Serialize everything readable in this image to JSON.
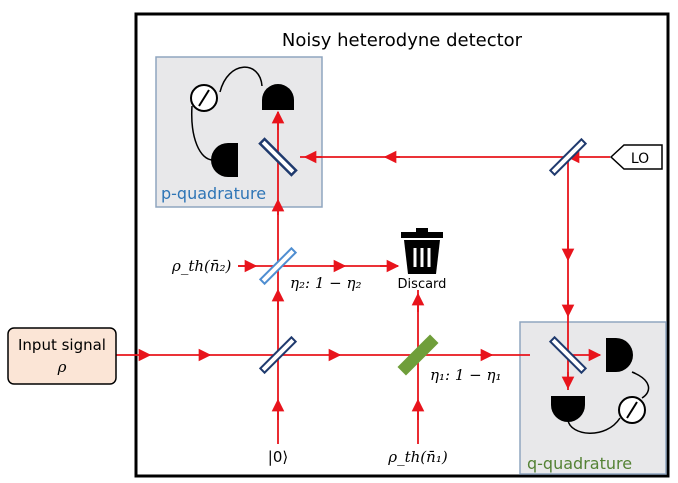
{
  "title": "Noisy heterodyne detector",
  "input": {
    "line1": "Input signal",
    "line2": "ρ"
  },
  "lo_label": "LO",
  "p_quadrature_label": "p-quadrature",
  "q_quadrature_label": "q-quadrature",
  "discard_label": "Discard",
  "rho_th_2": "ρ_th(n̄₂)",
  "rho_th_1": "ρ_th(n̄₁)",
  "vacuum": "|0⟩",
  "bs2_ratio": "η₂: 1 − η₂",
  "bs1_ratio": "η₁: 1 − η₁",
  "colors": {
    "beam": "#e8141c",
    "beamsplitter": "#1f3a6e",
    "bs_eta2": "#4f8ed1",
    "bs_eta1": "#6f9e3a",
    "quadrature_box_fill": "#e8e8ea",
    "quadrature_box_stroke": "#8fa5bf",
    "p_quadrature_text": "#2e75b6",
    "q_quadrature_text": "#548235",
    "input_fill": "#fbe5d6"
  }
}
